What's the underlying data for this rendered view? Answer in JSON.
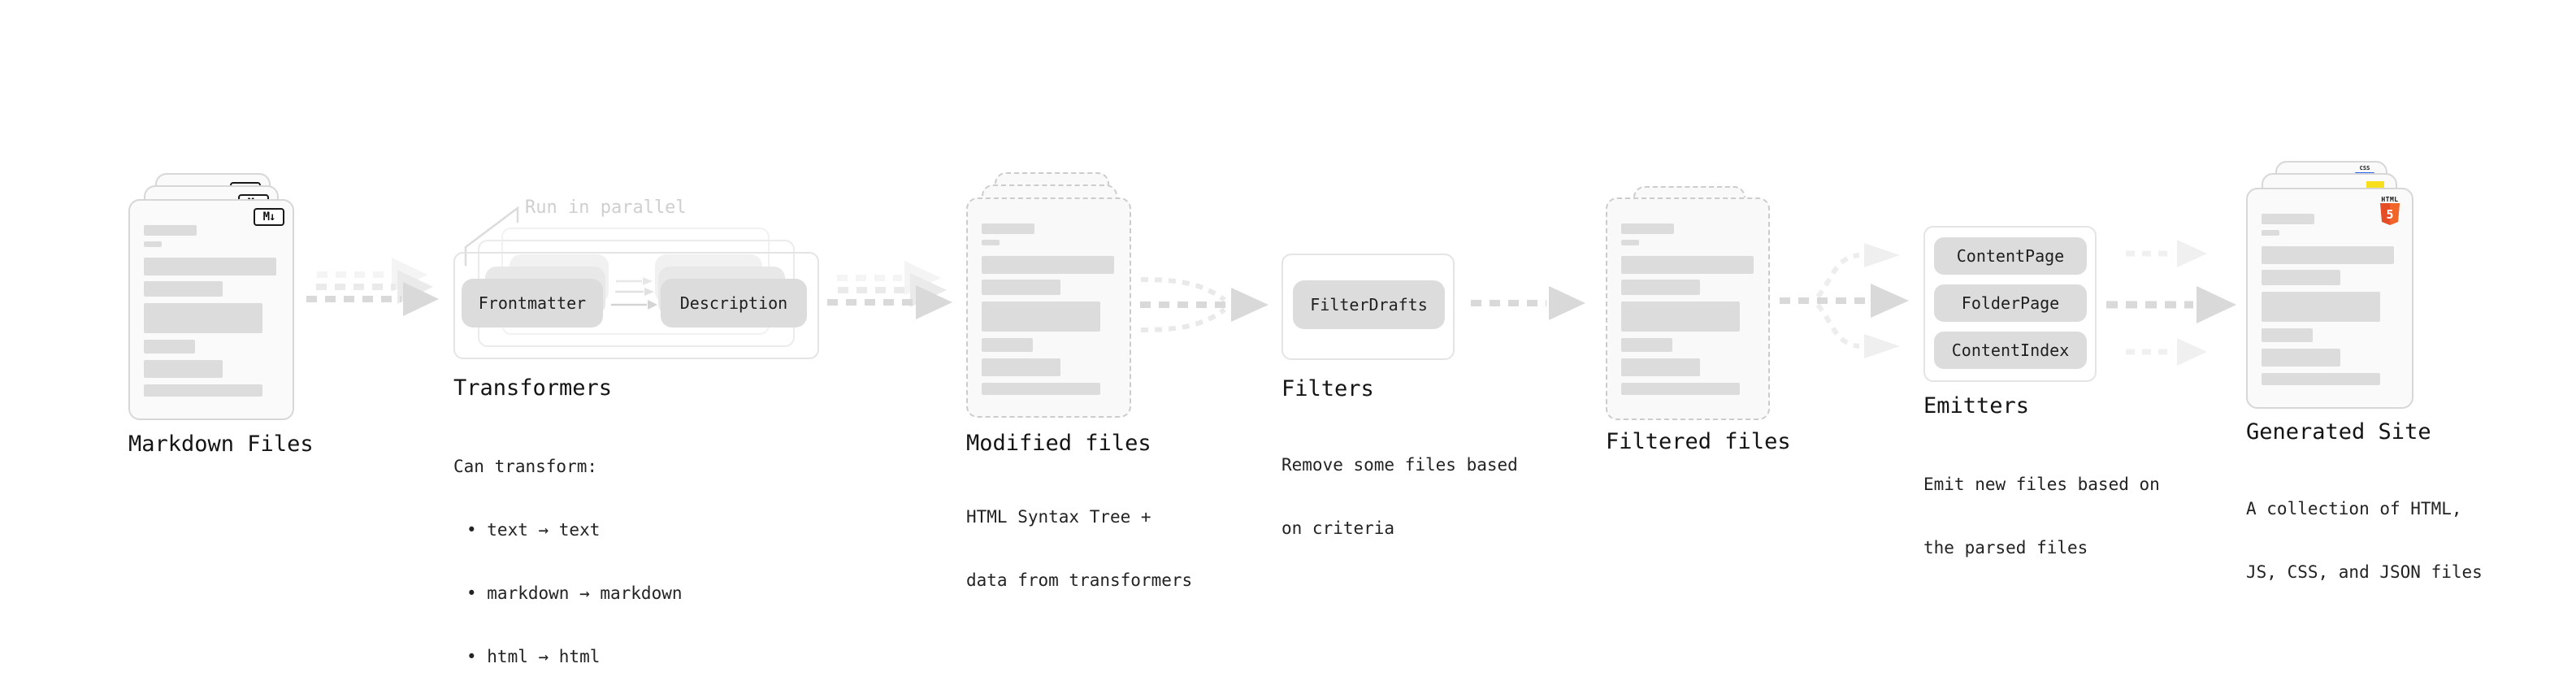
{
  "stages": {
    "markdown": {
      "label": "Markdown Files",
      "file_badge": "M↓"
    },
    "transformers": {
      "label": "Transformers",
      "callout": "Run in parallel",
      "pill_frontmatter": "Frontmatter",
      "pill_description": "Description",
      "desc_title": "Can transform:",
      "bullets": [
        "• text → text",
        "• markdown → markdown",
        "• html → html"
      ]
    },
    "modified": {
      "label": "Modified files",
      "desc": [
        "HTML Syntax Tree +",
        "data from transformers"
      ]
    },
    "filters": {
      "label": "Filters",
      "pill_filterdrafts": "FilterDrafts",
      "desc": [
        "Remove some files based",
        "on criteria"
      ]
    },
    "filtered": {
      "label": "Filtered files"
    },
    "emitters": {
      "label": "Emitters",
      "pills": [
        "ContentPage",
        "FolderPage",
        "ContentIndex"
      ],
      "desc": [
        "Emit new files based on",
        "the parsed files"
      ]
    },
    "generated": {
      "label": "Generated Site",
      "badge_html_word": "HTML",
      "badge_html_number": "5",
      "badge_css_word": "CSS",
      "desc": [
        "A collection of HTML,",
        "JS, CSS, and JSON files"
      ]
    }
  },
  "colors": {
    "arrow": "#d9d9d9",
    "arrow_ghost": "#ededed",
    "pill_bg": "#dcdcdc",
    "placeholder_bar": "#dcdcdc",
    "html5_orange": "#e44d26",
    "html5_orange_light": "#f16529",
    "js_yellow": "#f7df1e",
    "css_blue": "#2862e9",
    "callout_text": "#cfcfcf"
  }
}
